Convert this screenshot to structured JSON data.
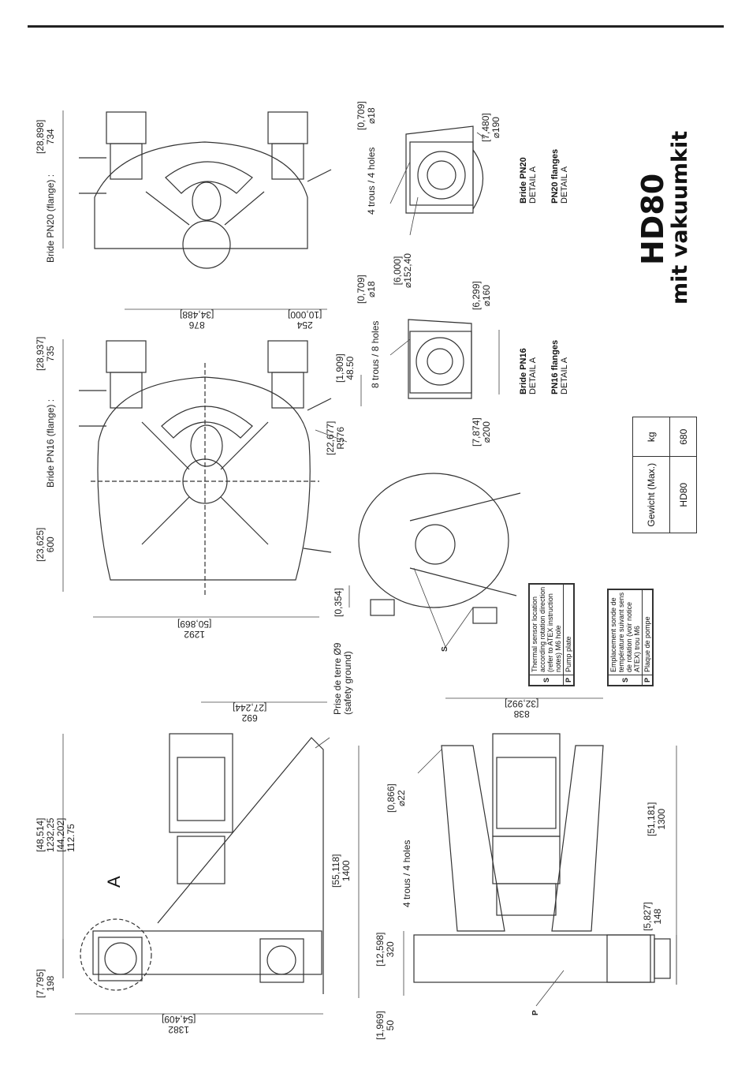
{
  "title": {
    "main": "HD80",
    "sub": "mit vakuumkit"
  },
  "dimensions": {
    "top_view": {
      "flange_label": "Bride PN20 (flange) :",
      "in": "[28,898]",
      "mm": "734"
    },
    "front_view": {
      "flange_label": "Bride PN16 (flange) :",
      "in": "[28,937]",
      "mm": "735",
      "width_in": "[50,869]",
      "width_mm": "1292",
      "spacing_in": "[34,488]",
      "spacing_mm": "876",
      "offset_in": "[10,000]",
      "offset_mm": "254",
      "foot_in": "[1,909]",
      "foot_mm": "48.50",
      "radius_in": "[22,677]",
      "radius_mm": "R576",
      "height_in": "[23,625]",
      "height_mm": "600",
      "plate_in": "[0,354]",
      "ground_label": "Prise de terre Ø9",
      "ground_label_en": "(safety ground)"
    },
    "pn20_detail": {
      "holes_in": "[0,709]",
      "holes_mm": "⌀18",
      "holes_label": "4 trous / 4 holes",
      "pcd_in": "[7,480]",
      "pcd_mm": "⌀190",
      "bore_in": "[6,000]",
      "bore_mm": "⌀152,40",
      "caption1": "Bride PN20",
      "caption2": "DETAIL A",
      "caption3": "PN20 flanges",
      "caption4": "DETAIL A"
    },
    "pn16_detail": {
      "holes_in": "[0,709]",
      "holes_mm": "⌀18",
      "holes_label": "8 trous / 8 holes",
      "pcd_in": "[6,299]",
      "pcd_mm": "⌀160",
      "outer_in": "[7,874]",
      "outer_mm": "⌀200",
      "caption1": "Bride PN16",
      "caption2": "DETAIL A",
      "caption3": "PN16 flanges",
      "caption4": "DETAIL A"
    },
    "side_view": {
      "total_in": "[48,514]",
      "total_mm": "1232,25",
      "h2_in": "[44,202]",
      "h2_mm": "112.75",
      "depth_in": "[27,244]",
      "depth_mm": "692",
      "frame_in": "[55,118]",
      "frame_mm": "1400",
      "base_in": "[7,795]",
      "base_mm": "198",
      "length_in": "[54,409]",
      "length_mm": "1382",
      "detail_marker": "A"
    },
    "end_view": {
      "width_in": "[32,992]",
      "width_mm": "838",
      "holes_in": "[0,866]",
      "holes_mm": "⌀22",
      "holes_label": "4 trous / 4 holes",
      "height_in": "[51,181]",
      "height_mm": "1300",
      "stub_in": "[5,827]",
      "stub_mm": "148",
      "flange_in": "[12,598]",
      "flange_mm": "320",
      "foot_in": "[1,969]",
      "foot_mm": "50",
      "marker_p": "P"
    }
  },
  "legend_en": [
    {
      "key": "S",
      "text": [
        "Thermal sensor location",
        "according rotation direction",
        "(refer to ATEX instruction",
        "notes) M6 hole"
      ]
    },
    {
      "key": "P",
      "text": [
        "Pump plate"
      ]
    }
  ],
  "legend_fr": [
    {
      "key": "S",
      "text": [
        "Emplacement sonde de",
        "température suivant sens",
        "de rotation (voir notice",
        "ATEX) trou M6"
      ]
    },
    {
      "key": "P",
      "text": [
        "Plaque de pompe"
      ]
    }
  ],
  "marker_s": "S",
  "weight_table": {
    "header": [
      "Gewicht (Max.)",
      "kg"
    ],
    "rows": [
      [
        "HD80",
        "680"
      ]
    ]
  }
}
